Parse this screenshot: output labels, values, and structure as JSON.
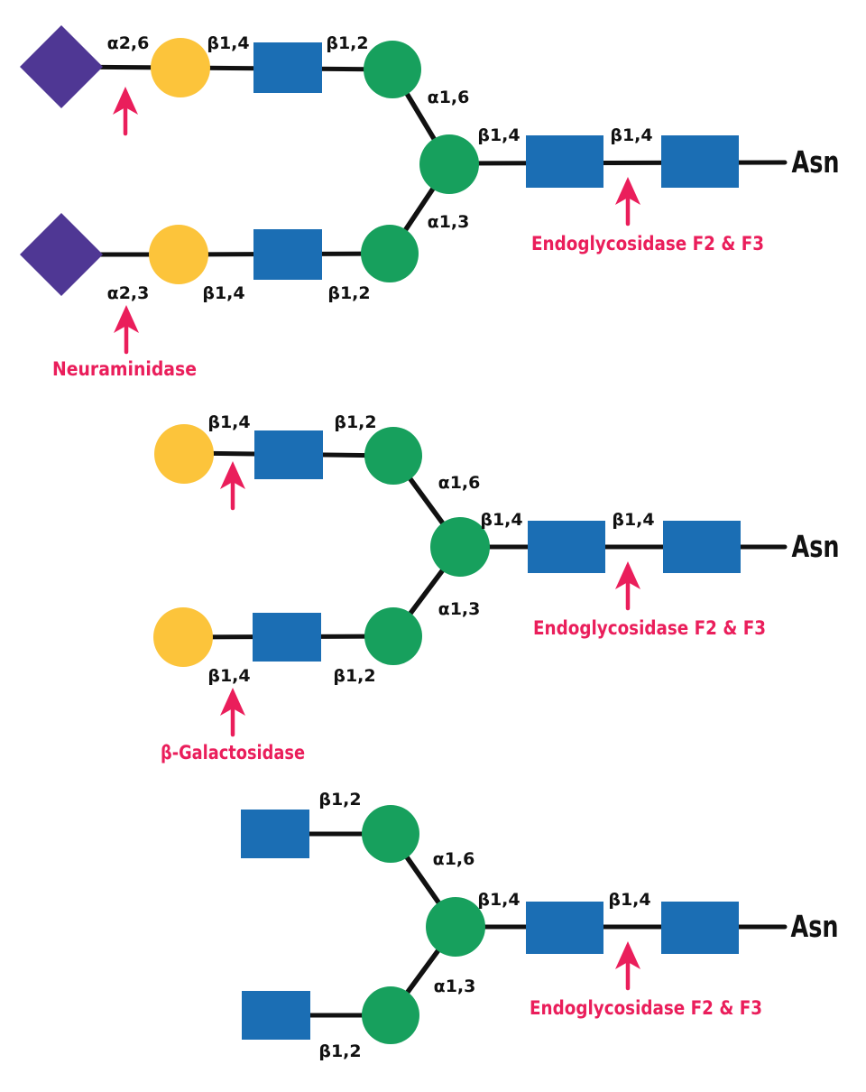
{
  "palette": {
    "sialic_acid_purple": "#4f3794",
    "galactose_yellow": "#fcc43b",
    "glcnac_blue": "#1b6eb4",
    "mannose_green": "#17a05d",
    "enzyme_pink": "#ea1e5b",
    "line_black": "#111111",
    "background": "#ffffff"
  },
  "s1": {
    "top_arm": {
      "lab1": "α2,6",
      "lab2": "β1,4",
      "lab3": "β1,2"
    },
    "bottom_arm": {
      "lab1": "α2,3",
      "lab2": "β1,4",
      "lab3": "β1,2"
    },
    "branch": {
      "upper": "α1,6",
      "lower": "α1,3"
    },
    "core": {
      "lab1": "β1,4",
      "lab2": "β1,4",
      "asn": "Asn"
    },
    "enzymes": {
      "arm": "Neuraminidase",
      "core": "Endoglycosidase F2 & F3"
    }
  },
  "s2": {
    "top_arm": {
      "lab1": "β1,4",
      "lab2": "β1,2"
    },
    "bottom_arm": {
      "lab1": "β1,4",
      "lab2": "β1,2"
    },
    "branch": {
      "upper": "α1,6",
      "lower": "α1,3"
    },
    "core": {
      "lab1": "β1,4",
      "lab2": "β1,4",
      "asn": "Asn"
    },
    "enzymes": {
      "arm": "β-Galactosidase",
      "core": "Endoglycosidase F2 & F3"
    }
  },
  "s3": {
    "top_arm": {
      "lab1": "β1,2"
    },
    "bottom_arm": {
      "lab1": "β1,2"
    },
    "branch": {
      "upper": "α1,6",
      "lower": "α1,3"
    },
    "core": {
      "lab1": "β1,4",
      "lab2": "β1,4",
      "asn": "Asn"
    },
    "enzymes": {
      "core": "Endoglycosidase F2 & F3"
    }
  }
}
